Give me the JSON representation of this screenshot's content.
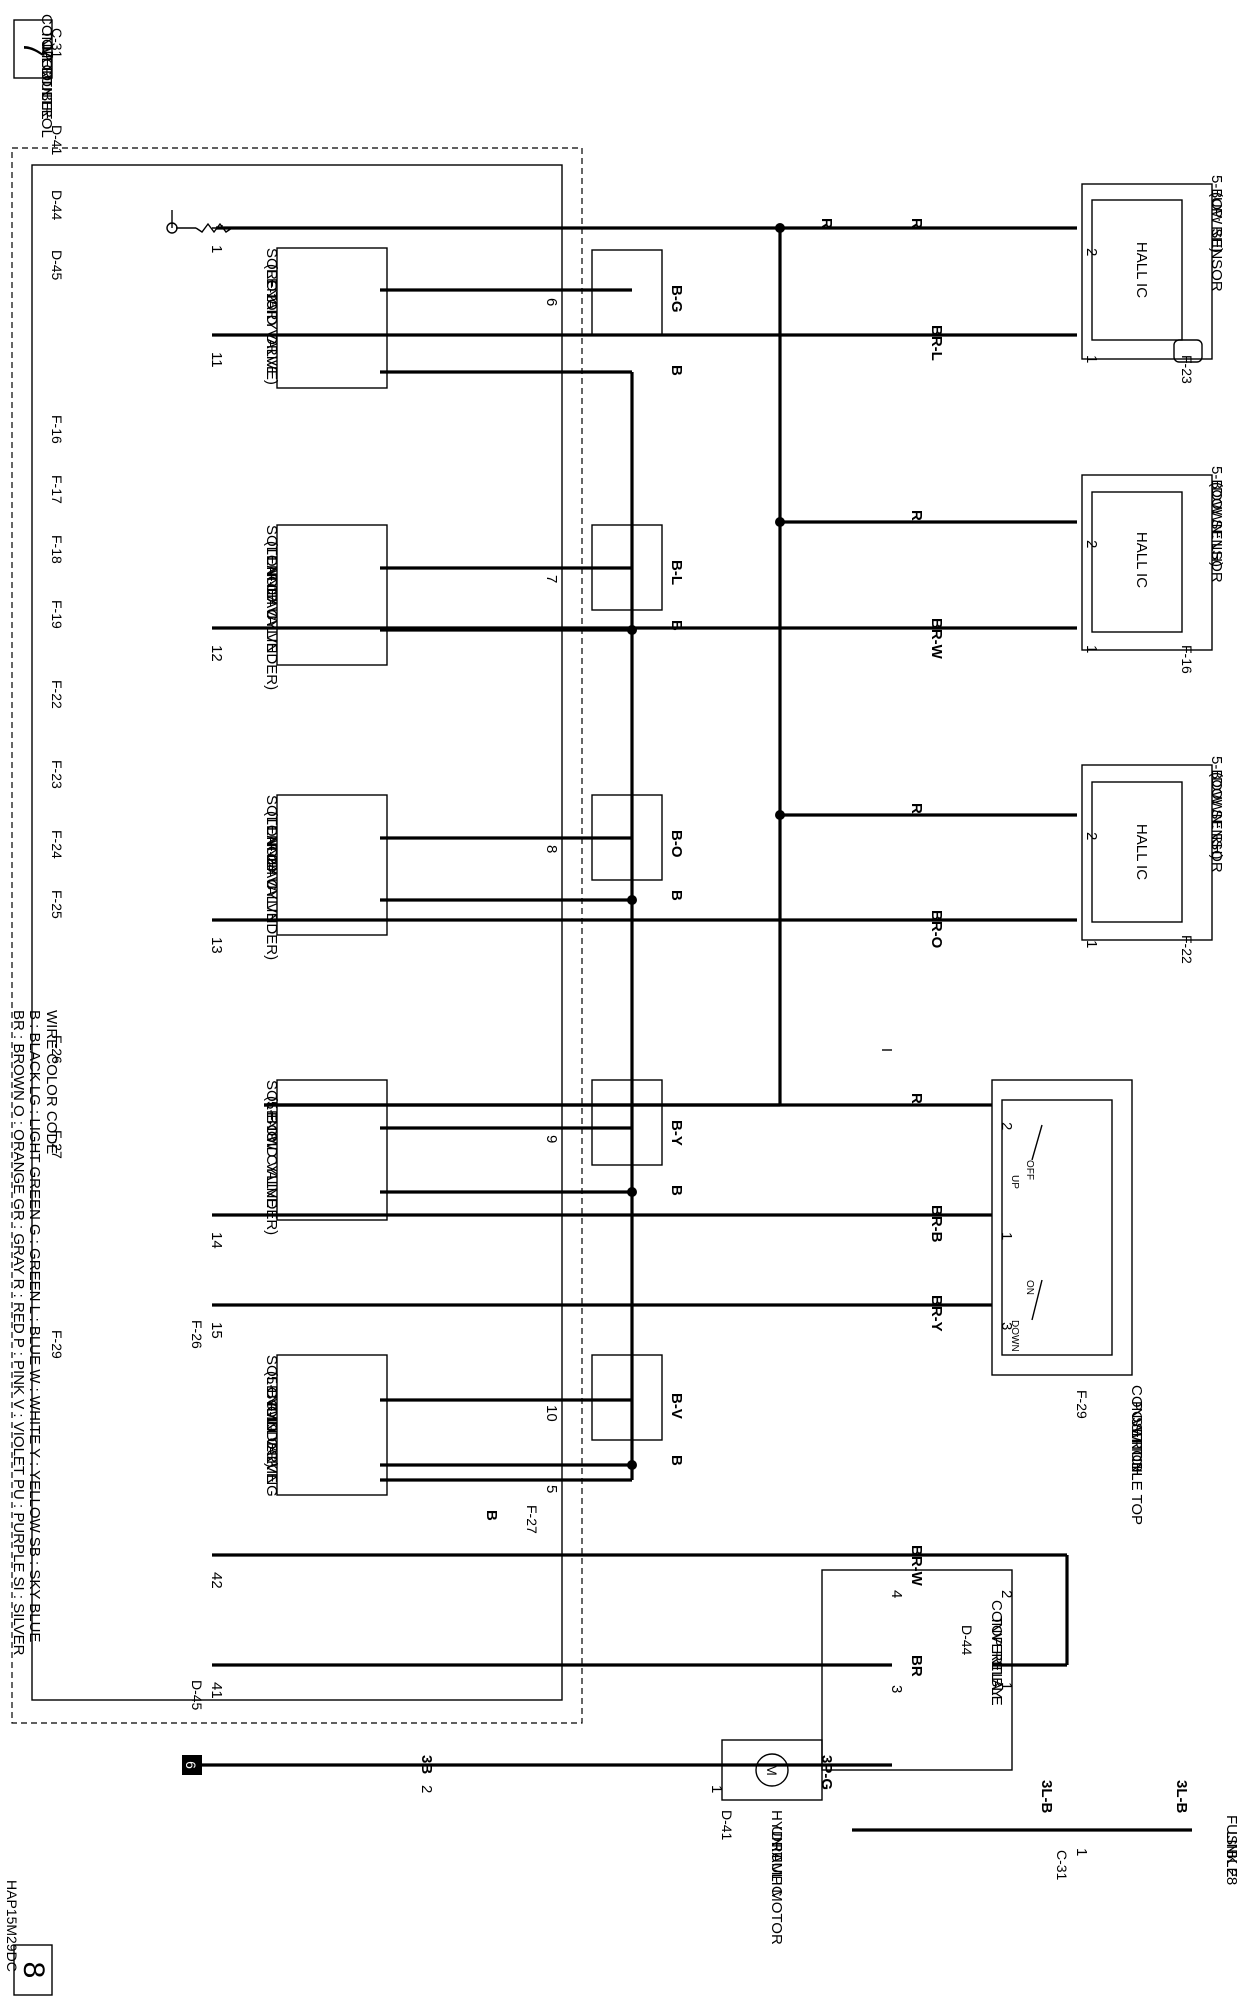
{
  "page": {
    "left": "7",
    "right": "8"
  },
  "module": {
    "title": [
      "CONVERTIBLE",
      "TOP CONTROL",
      "MODULE"
    ]
  },
  "sensors": [
    {
      "name": "5-BOW SENSOR",
      "sub": "(UP: RH)",
      "ic": "HALL IC",
      "conn": "F-23"
    },
    {
      "name": "5-BOW SENSOR",
      "sub": "(DOWN: LH)",
      "ic": "HALL IC",
      "conn": "F-16"
    },
    {
      "name": "5-BOW SENSOR",
      "sub": "(DOWN: RH)",
      "ic": "HALL IC",
      "conn": "F-22"
    }
  ],
  "switch": {
    "name": [
      "CONVERTIBLE TOP",
      "POSITION",
      "SWITCH"
    ],
    "conn": "F-29",
    "off": "OFF",
    "on": "ON",
    "up": "UP",
    "down": "DOWN"
  },
  "solenoids": [
    {
      "l1": "SOLENOID VALVE",
      "l2": "(ROTARY DRIVE)",
      "conn": "F-25"
    },
    {
      "l1": "SOLENOID VALVE",
      "l2": "(TONNEAU",
      "l3": "LATCH CYLINDER)",
      "conn": "F-17"
    },
    {
      "l1": "SOLENOID VALVE",
      "l2": "(TONNEAU",
      "l3": "LATCH CYLINDER)",
      "conn": "F-24"
    },
    {
      "l1": "SOLENOID VALVE",
      "l2": "(5-BOW CYLINDER)",
      "conn": "F-18"
    },
    {
      "l1": "SOLENOID VALVE",
      "l2": "(5-BOW LOCKING",
      "l3": "CYLINDER)",
      "conn": "F-19"
    }
  ],
  "relay": {
    "name": [
      "CONVERTIBLE",
      "TOP RELAY"
    ],
    "conn": "D-44"
  },
  "fusible": {
    "label": [
      "FUSIBLE",
      "LINK 28"
    ]
  },
  "pump": {
    "name": [
      "HYDRAULIC",
      "UNIT",
      "PUMP MOTOR"
    ],
    "conn": "D-41",
    "symbol": "M"
  },
  "ground": {
    "num": "6"
  },
  "wires": {
    "r1a": "R",
    "r1b": "R",
    "r2": "R",
    "r3": "R",
    "r4": "R",
    "brl": "BR-L",
    "brw": "BR-W",
    "bro": "BR-O",
    "brb": "BR-B",
    "bry": "BR-Y",
    "bg": "B-G",
    "bl": "B-L",
    "bo": "B-O",
    "by": "B-Y",
    "bv": "B-V",
    "b1": "B",
    "b2": "B",
    "b3": "B",
    "b4": "B",
    "b5": "B",
    "b6": "B",
    "brw2": "BR-W",
    "br": "BR",
    "3lb": "3L-B",
    "3lb2": "3L-B",
    "3pg": "3P-G",
    "3b": "3B"
  },
  "pins": {
    "s1a": "2",
    "s1b": "1",
    "s2a": "2",
    "s2b": "1",
    "s3a": "2",
    "s3b": "1",
    "sw1": "1",
    "sw2": "2",
    "sw3": "3",
    "m1": "1",
    "m11": "11",
    "m12": "12",
    "m13": "13",
    "m14": "14",
    "m15": "15",
    "m5": "5",
    "m6": "6",
    "m7": "7",
    "m8": "8",
    "m9": "9",
    "m10": "10",
    "m41": "41",
    "m42": "42",
    "r1": "1",
    "r2": "2",
    "r3": "3",
    "r4": "4",
    "c31": "1",
    "p1": "1",
    "p2": "2"
  },
  "tags": {
    "f26": "F-26",
    "f27": "F-27",
    "d45": "D-45",
    "c31": "C-31"
  },
  "connectors": [
    "C-31",
    "D-41",
    "D-44",
    "D-45",
    "F-16",
    "F-17",
    "F-18",
    "F-19",
    "F-22",
    "F-23",
    "F-24",
    "F-25",
    "F-26",
    "F-27",
    "F-29"
  ],
  "legend": {
    "title": "WIRE COLOR CODE",
    "line1": "B : BLACK   LG : LIGHT GREEN   G : GREEN   L : BLUE   W : WHITE   Y : YELLOW   SB : SKY BLUE",
    "line2": "BR : BROWN   O : ORANGE   GR : GRAY   R : RED   P : PINK   V : VIOLET   PU : PURPLE   SI : SILVER"
  },
  "footer": {
    "code": "HAP15M29DC"
  }
}
